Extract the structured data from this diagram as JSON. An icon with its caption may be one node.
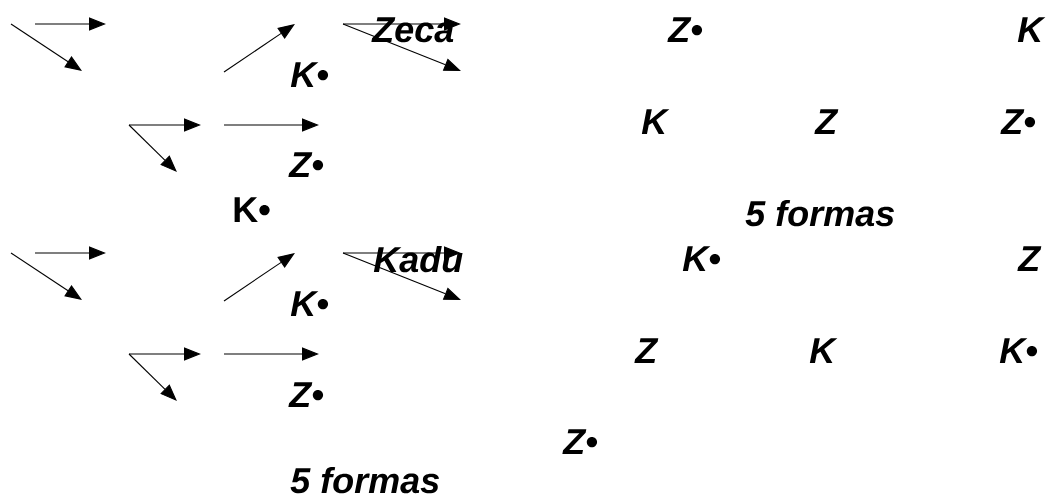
{
  "diagram": {
    "labels": [
      "Zeca",
      "Z•",
      "K",
      "K•",
      "K",
      "Z",
      "Z•",
      "Z•",
      "K•",
      "5 formas",
      "Kadu",
      "K•",
      "Z",
      "K•",
      "Z",
      "K",
      "K•",
      "Z•",
      "Z•",
      "5 formas"
    ]
  }
}
